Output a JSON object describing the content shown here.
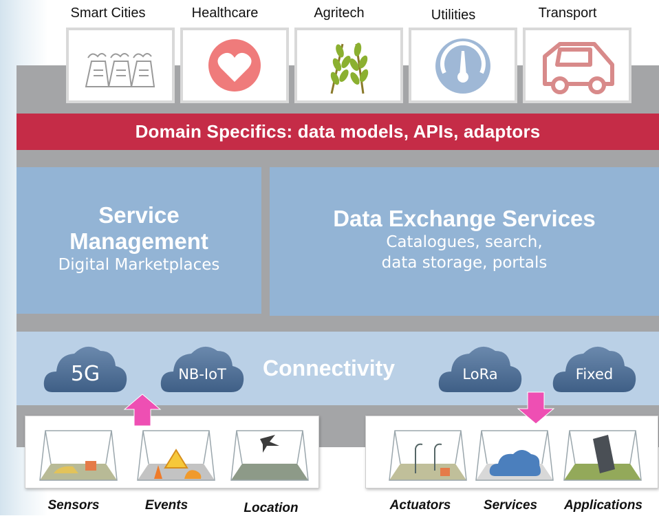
{
  "domains": [
    {
      "label": "Smart Cities",
      "icon": "factory-icon"
    },
    {
      "label": "Healthcare",
      "icon": "heart-icon"
    },
    {
      "label": "Agritech",
      "icon": "wheat-icon"
    },
    {
      "label": "Utilities",
      "icon": "gauge-icon"
    },
    {
      "label": "Transport",
      "icon": "car-icon"
    }
  ],
  "domain_specifics": "Domain Specifics: data models, APIs, adaptors",
  "service_management": {
    "title_line1": "Service",
    "title_line2": "Management",
    "subtitle": "Digital Marketplaces"
  },
  "data_exchange": {
    "title": "Data Exchange Services",
    "line1": "Catalogues, search,",
    "line2": "data storage, portals"
  },
  "connectivity": {
    "label": "Connectivity",
    "clouds": [
      "5G",
      "NB-IoT",
      "LoRa",
      "Fixed"
    ]
  },
  "left_group": [
    "Sensors",
    "Events",
    "Location"
  ],
  "right_group": [
    "Actuators",
    "Services",
    "Applications"
  ],
  "colors": {
    "gray_bar": "#a4a5a7",
    "domain_bar": "#c52c47",
    "blocks": "#93b4d5",
    "connectivity": "#bad0e6",
    "cloud": "#4e6d94",
    "arrow": "#ee4fb3"
  }
}
